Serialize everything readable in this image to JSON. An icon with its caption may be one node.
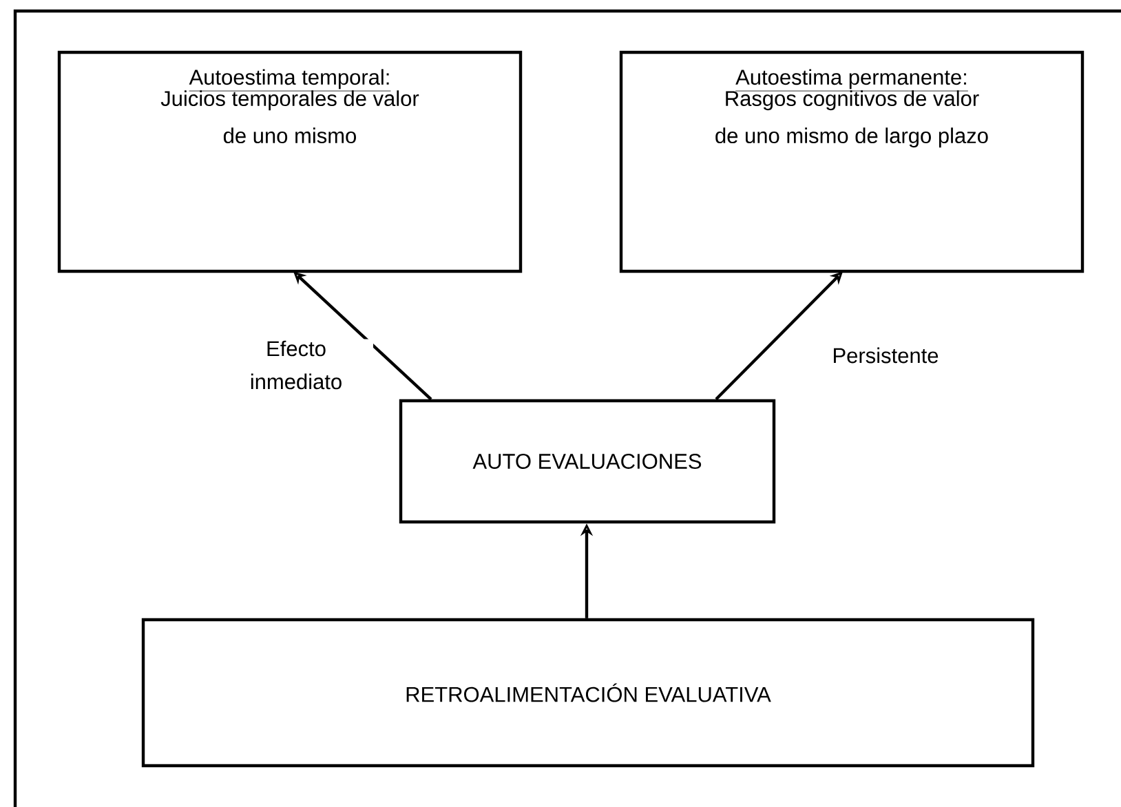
{
  "diagram": {
    "nodes": [
      {
        "text": [
          "Autoestima temporal:",
          "Juicios temporales de valor de uno mismo"
        ]
      },
      {
        "text": [
          "Autoestima permanente:",
          "Rasgos cognitivos de valor de uno mismo de largo plazo"
        ]
      },
      {
        "text": [
          "AUTO EVALUACIONES"
        ]
      },
      {
        "text": [
          "RETROALIMENTACIÓN EVALUATIVA"
        ]
      }
    ],
    "edges": [
      {
        "from": 2,
        "to": 0,
        "arrow": "to",
        "label": "Efecto inmediato"
      },
      {
        "from": 2,
        "to": 1,
        "arrow": "to",
        "label": "Persistente"
      },
      {
        "from": 3,
        "to": 2,
        "arrow": "to"
      }
    ]
  }
}
